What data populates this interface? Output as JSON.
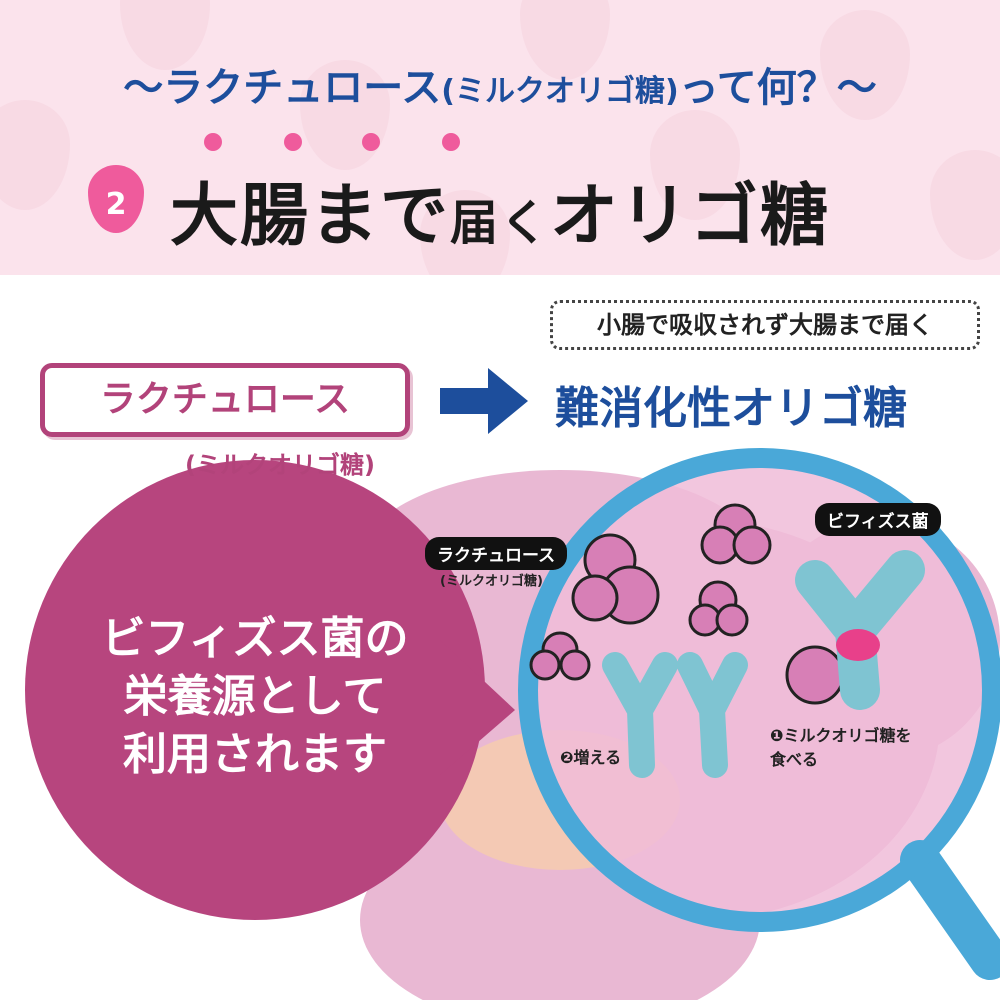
{
  "header": {
    "title_pre": "～ラクチュロース",
    "title_paren": "(ミルクオリゴ糖)",
    "title_post": "って何？～",
    "number": "2",
    "headline_a": "大腸まで",
    "headline_b": "届く",
    "headline_c": "オリゴ糖"
  },
  "flow": {
    "source": "ラクチュロース",
    "source_sub": "(ミルクオリゴ糖)",
    "note": "小腸で吸収されず大腸まで届く",
    "result": "難消化性オリゴ糖"
  },
  "callout": {
    "lines": [
      "ビフィズス菌の",
      "栄養源として",
      "利用されます"
    ]
  },
  "illustration": {
    "label_lactulose": "ラクチュロース",
    "label_lactulose_sub": "(ミルクオリゴ糖)",
    "label_bifido": "ビフィズス菌",
    "step1": "❶ミルクオリゴ糖を",
    "step1b": "食べる",
    "step2": "❷増える"
  },
  "colors": {
    "blue": "#1d4e9c",
    "magenta": "#b7457e",
    "pink": "#ef5b9c",
    "lens": "#4aa8d8"
  }
}
